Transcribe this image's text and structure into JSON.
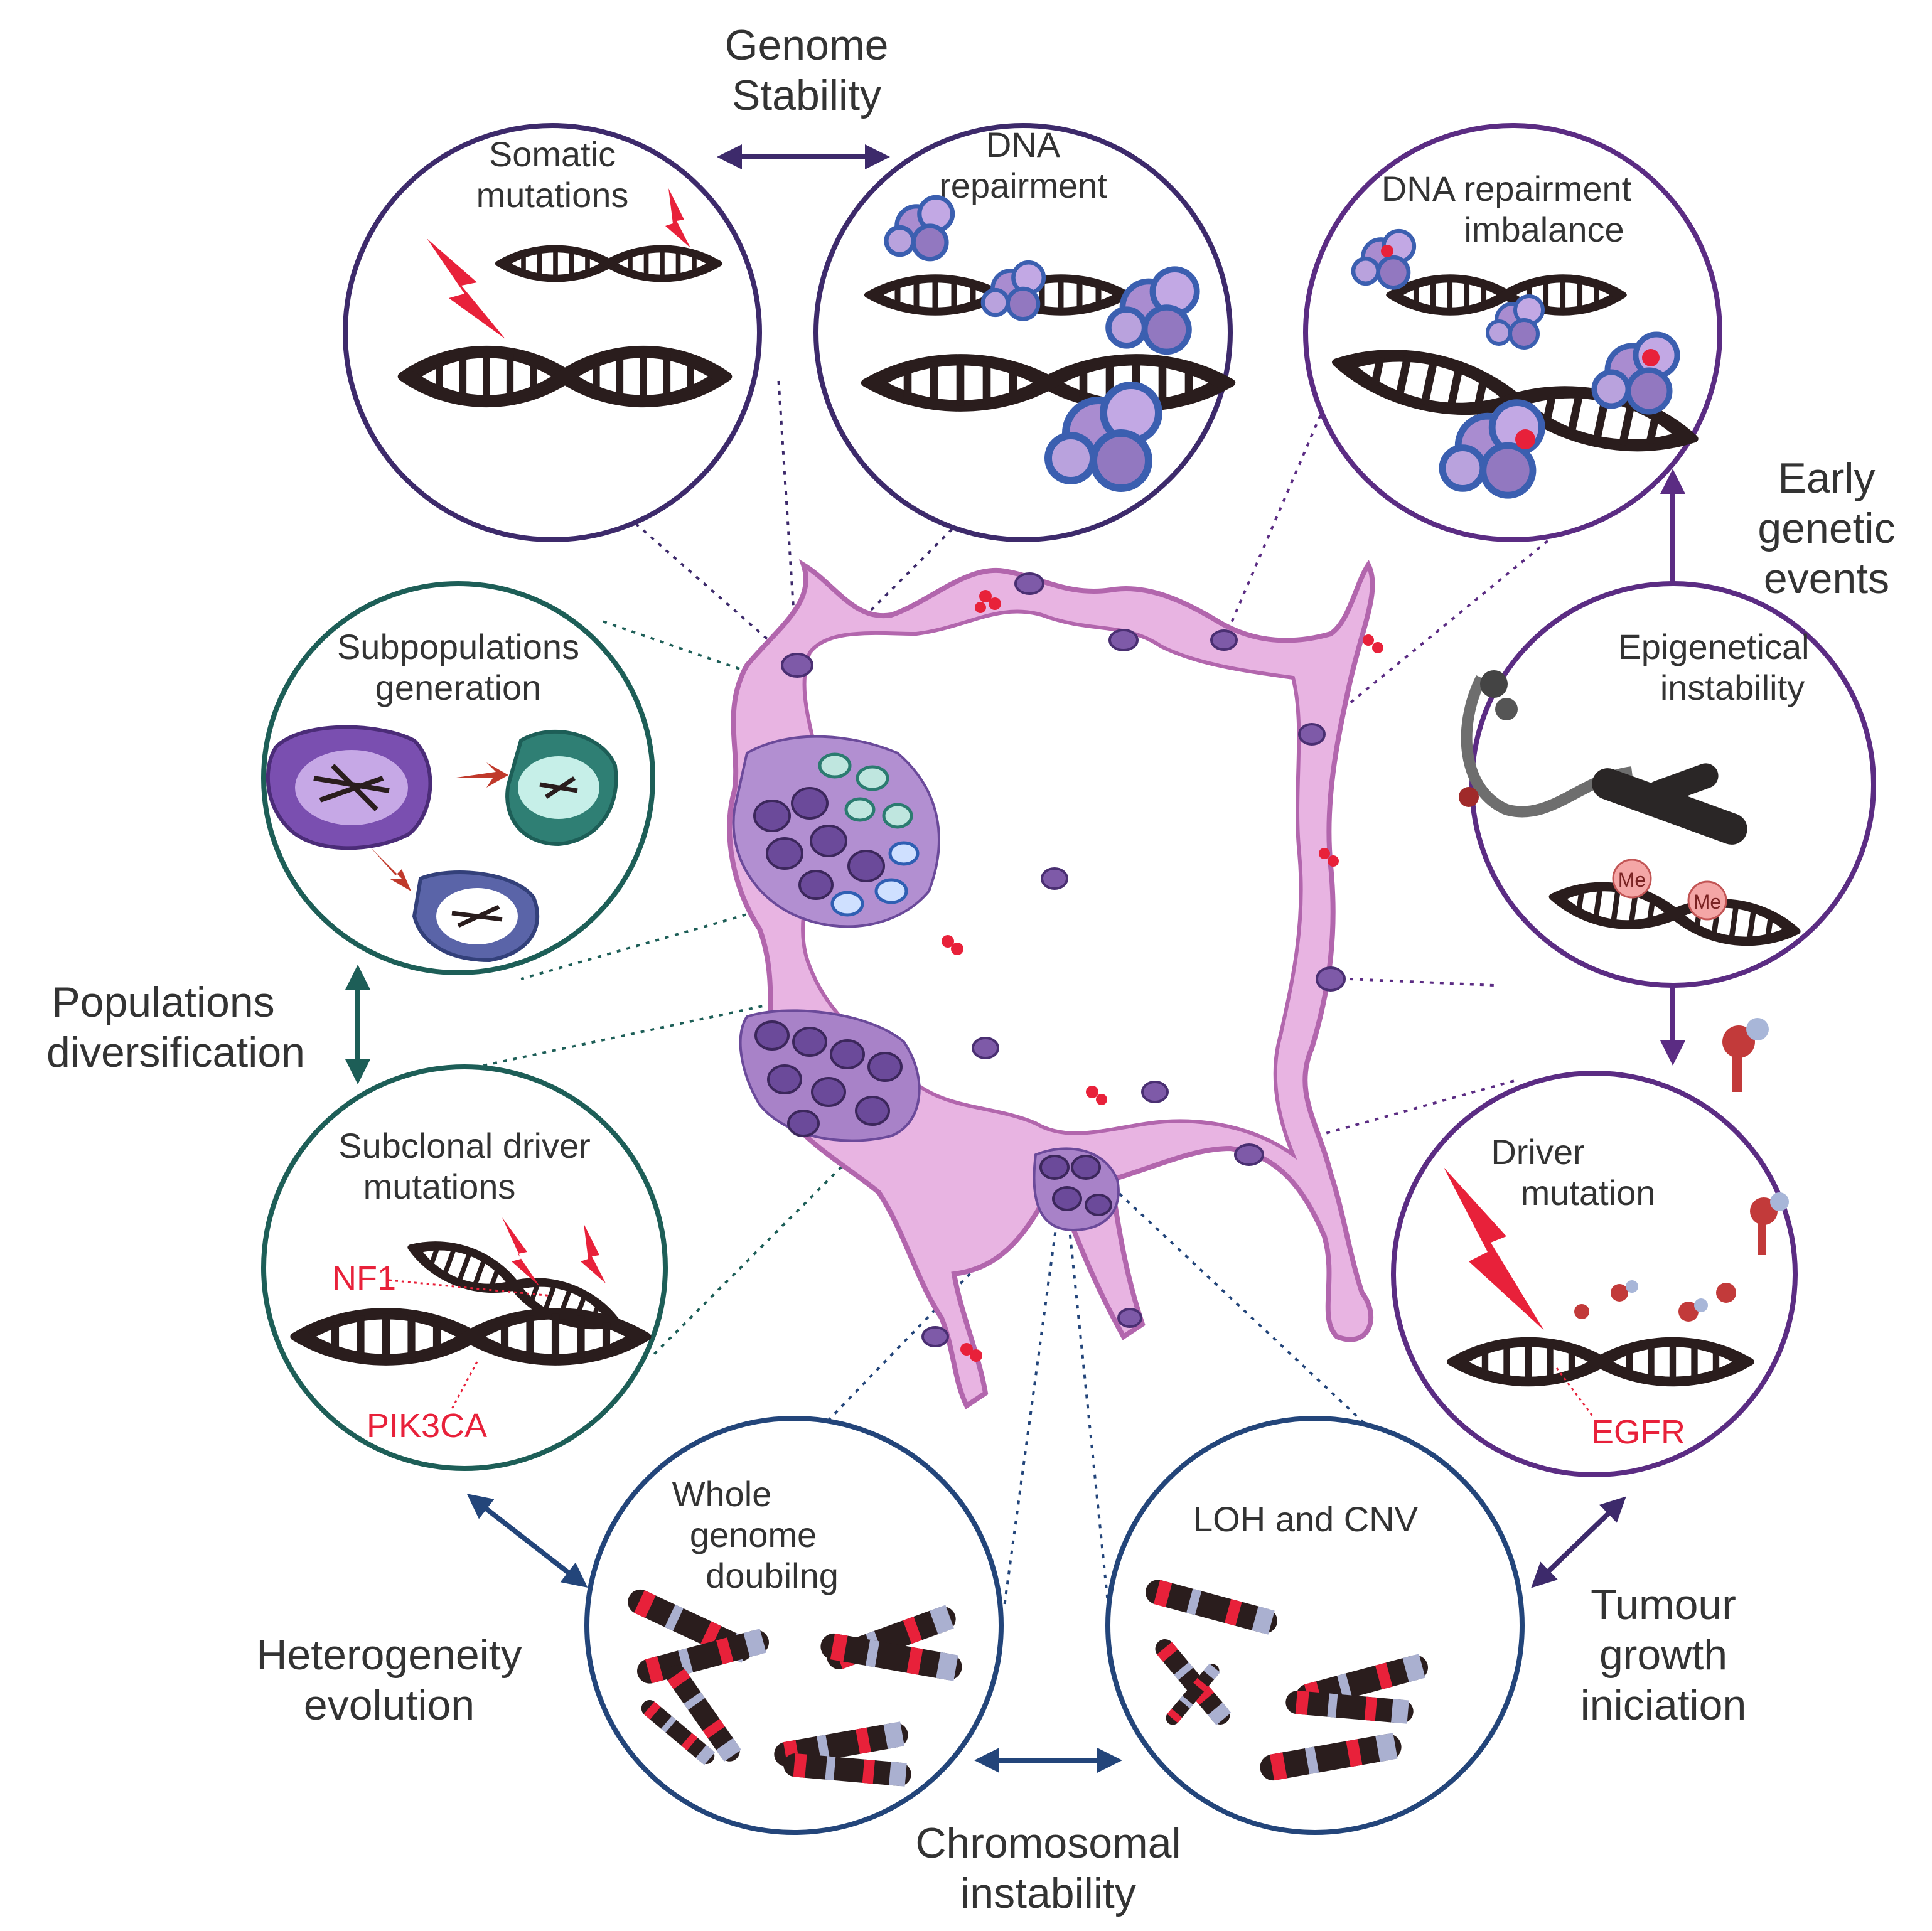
{
  "colors": {
    "purple_dark": "#3d2a6b",
    "purple": "#5b2c83",
    "teal": "#1d5e57",
    "navy": "#23457a",
    "tissue_fill": "#e8b4e2",
    "tissue_stroke": "#b266ad",
    "cell_purple": "#7e5aa8",
    "dna_dark": "#2a1d1d",
    "mutation_red": "#e8213a",
    "chromosome_grey": "#aab0d0"
  },
  "connectors": {
    "genome_stability": {
      "line1": "Genome",
      "line2": "Stability"
    },
    "early_genetic_events": {
      "line1": "Early",
      "line2": "genetic",
      "line3": "events"
    },
    "populations_diversification": {
      "line1": "Populations",
      "line2": "diversification"
    },
    "heterogeneity_evolution": {
      "line1": "Heterogeneity",
      "line2": "evolution"
    },
    "tumour_growth_iniciation": {
      "line1": "Tumour",
      "line2": "growth",
      "line3": "iniciation"
    },
    "chromosomal_instability": {
      "line1": "Chromosomal",
      "line2": "instability"
    }
  },
  "panels": {
    "somatic_mutations": {
      "line1": "Somatic",
      "line2": "mutations",
      "icon": "dna-helix-lightning-icon"
    },
    "dna_repairment": {
      "line1": "DNA",
      "line2": "repairment",
      "icon": "dna-repair-protein-icon"
    },
    "dna_repairment_imbalance": {
      "line1": "DNA repairment",
      "line2": "imbalance",
      "icon": "dna-repair-protein-icon"
    },
    "epigenetical_instability": {
      "line1": "Epigenetical",
      "line2": "instability",
      "methyl_tag": "Me",
      "icon": "chromatin-icon"
    },
    "driver_mutation": {
      "line1": "Driver",
      "line2": "mutation",
      "gene": "EGFR",
      "icon": "receptor-protein-icon"
    },
    "subpopulations_generation": {
      "line1": "Subpopulations",
      "line2": "generation",
      "icon": "cell-division-icon"
    },
    "subclonal_driver_mutations": {
      "line1": "Subclonal driver",
      "line2": "mutations",
      "gene1": "NF1",
      "gene2": "PIK3CA",
      "icon": "dna-helix-lightning-icon"
    },
    "whole_genome_doubling": {
      "line1": "Whole",
      "line2": "genome",
      "line3": "doubilng",
      "icon": "chromosome-icon"
    },
    "loh_and_cnv": {
      "line1": "LOH and CNV",
      "icon": "chromosome-icon"
    }
  }
}
